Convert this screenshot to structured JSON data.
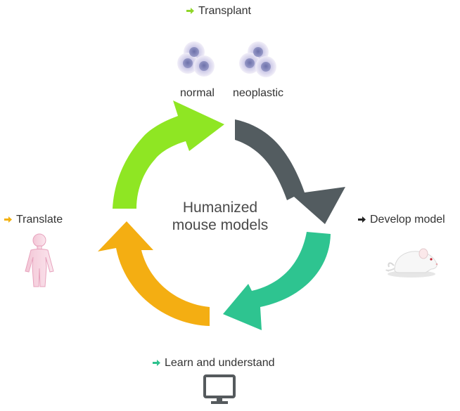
{
  "center": {
    "line1": "Humanized",
    "line2": "mouse models"
  },
  "stages": {
    "transplant": {
      "label": "Transplant",
      "color": "#8fd629"
    },
    "develop": {
      "label": "Develop model",
      "color": "#222222"
    },
    "learn": {
      "label": "Learn and understand",
      "color": "#2ec28e"
    },
    "translate": {
      "label": "Translate",
      "color": "#f3b10e"
    }
  },
  "cells": {
    "normal": "normal",
    "neoplastic": "neoplastic"
  },
  "arrows": {
    "green": "#8fe623",
    "gray": "#535c60",
    "teal": "#2ec490",
    "orange": "#f4ae12"
  },
  "icons": [
    "arrow-right-icon",
    "cell-cluster-icon",
    "mouse-icon",
    "human-figure-icon",
    "monitor-icon"
  ]
}
